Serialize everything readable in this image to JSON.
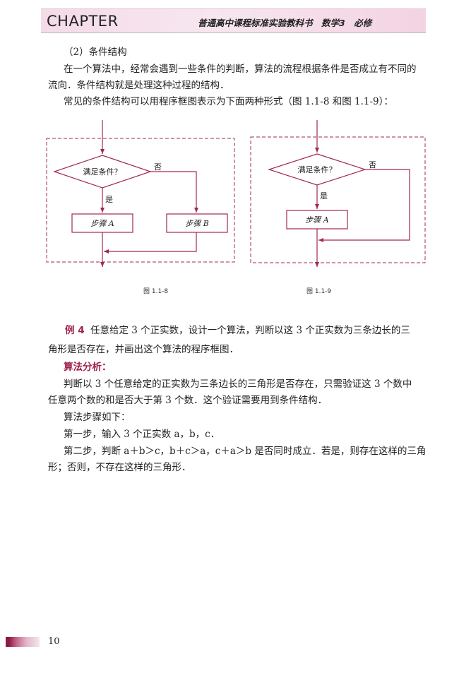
{
  "header": {
    "chapter": "CHAPTER",
    "book_title": "普通高中课程标准实验教科书　数学3　必修"
  },
  "section": {
    "heading": "（2）条件结构",
    "para1_line1": "在一个算法中，经常会遇到一些条件的判断，算法的流程根据条件是否成立有不同的",
    "para1_line2": "流向．条件结构就是处理这种过程的结构．",
    "para2": "常见的条件结构可以用程序框图表示为下面两种形式（图 1.1-8 和图 1.1-9）："
  },
  "figure_left": {
    "condition": "满足条件？",
    "yes": "是",
    "no": "否",
    "step_a": "步骤 A",
    "step_b": "步骤 B",
    "caption": "图 1.1-8"
  },
  "figure_right": {
    "condition": "满足条件？",
    "yes": "是",
    "no": "否",
    "step_a": "步骤 A",
    "caption": "图 1.1-9"
  },
  "example": {
    "label": "例 4",
    "line1": "任意给定 3 个正实数，设计一个算法，判断以这 3 个正实数为三条边长的三",
    "line2": "角形是否存在，并画出这个算法的程序框图．",
    "analysis_label": "算法分析：",
    "analysis_line1": "判断以 3 个任意给定的正实数为三条边长的三角形是否存在，只需验证这 3 个数中",
    "analysis_line2": "任意两个数的和是否大于第 3 个数．这个验证需要用到条件结构．",
    "steps_intro": "算法步骤如下：",
    "step1": "第一步，输入 3 个正实数 a，b，c．",
    "step2_line1": "第二步，判断 a＋b＞c，b＋c＞a，c＋a＞b 是否同时成立．若是，则存在这样的三角",
    "step2_line2": "形；否则，不存在这样的三角形．"
  },
  "footer": {
    "page_number": "10"
  },
  "colors": {
    "accent": "#9e1f4d",
    "diagram": "#a3284f",
    "header_band": "#f4dbe8"
  }
}
